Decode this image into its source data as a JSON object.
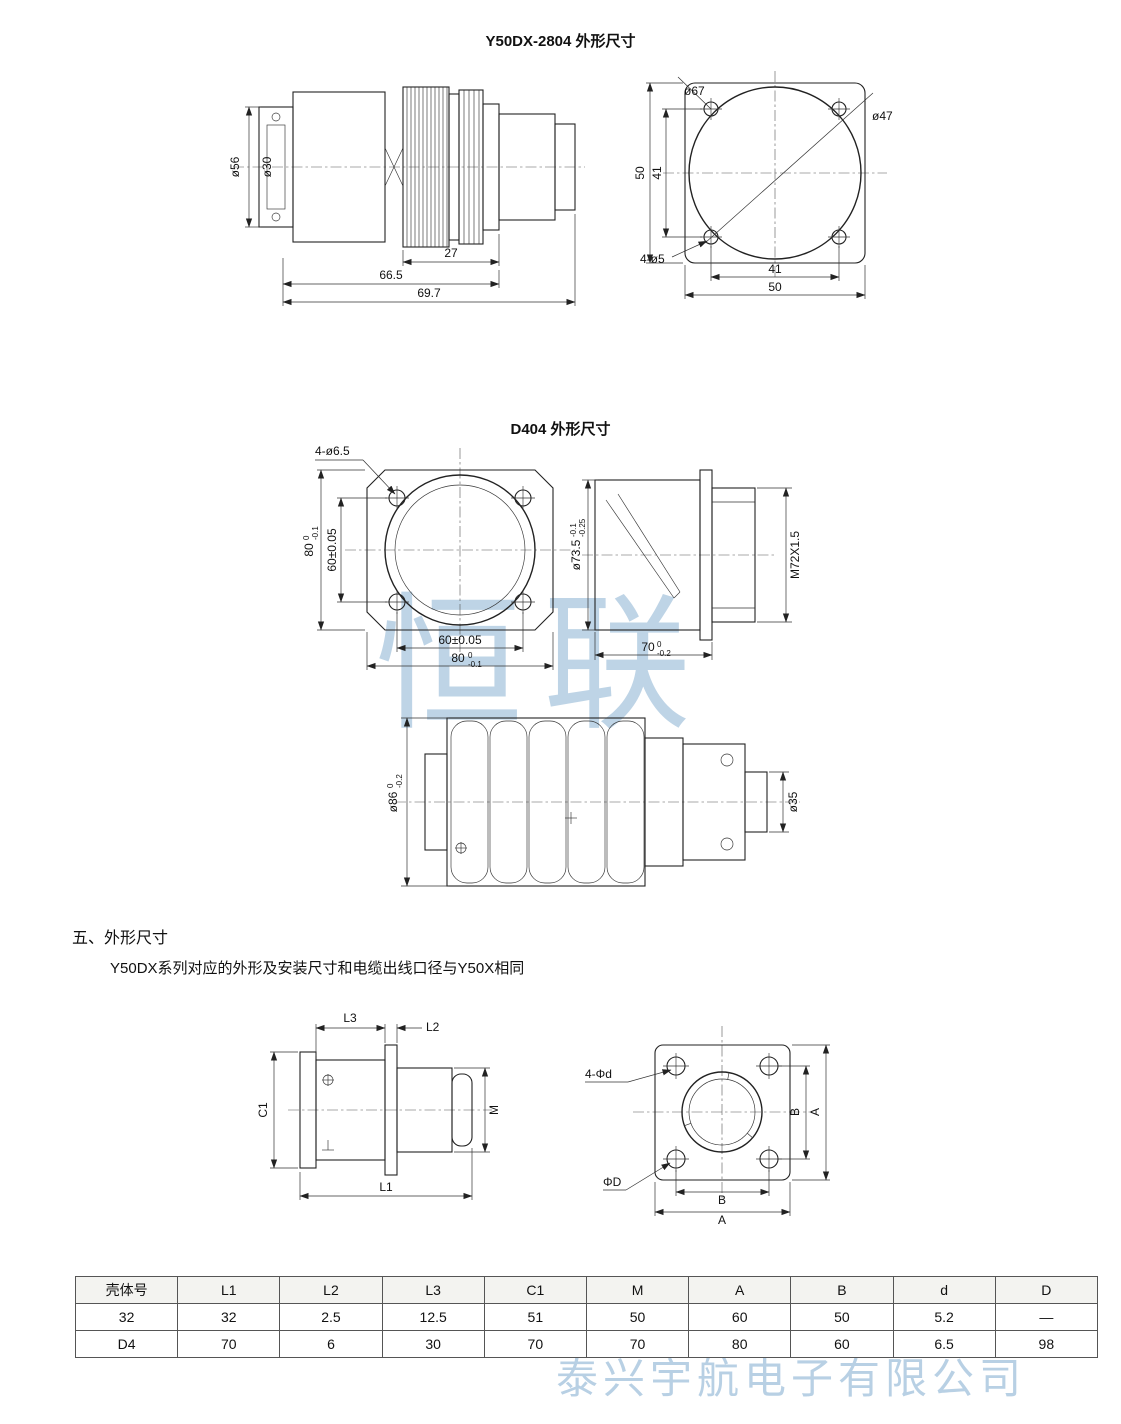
{
  "titles": {
    "fig1": "Y50DX-2804 外形尺寸",
    "fig2": "D404 外形尺寸",
    "section": "五、外形尺寸",
    "section_body": "Y50DX系列对应的外形及安装尺寸和电缆出线口径与Y50X相同"
  },
  "watermarks": {
    "center": "恒联",
    "footer": "泰兴宇航电子有限公司"
  },
  "fig_y50dx_side": {
    "d56": "ø56",
    "d30": "ø30",
    "l27": "27",
    "l665": "66.5",
    "l697": "69.7"
  },
  "fig_y50dx_front": {
    "d67": "ø67",
    "d47": "ø47",
    "left_outer": "50",
    "left_inner": "41",
    "holes": "4-ø5",
    "bottom_inner": "41",
    "bottom_outer": "50"
  },
  "fig_d404_front": {
    "holes": "4-ø6.5",
    "left80": {
      "v": "80",
      "tu": "0",
      "td": "-0.1"
    },
    "left60": "60±0.05",
    "bottom60": "60±0.05",
    "bottom80": {
      "v": "80",
      "tu": "0",
      "td": "-0.1"
    }
  },
  "fig_d404_side": {
    "dia": {
      "v": "ø73.5",
      "tu": "-0.1",
      "td": "-0.25"
    },
    "thread": "M72X1.5",
    "len": {
      "v": "70",
      "tu": "0",
      "td": "-0.2"
    }
  },
  "fig_d404_plug": {
    "dia86": {
      "v": "ø86",
      "tu": "0",
      "td": "-0.2"
    },
    "dia35": "ø35"
  },
  "fig_outline_side": {
    "l3": "L3",
    "l2": "L2",
    "c1": "C1",
    "m": "M",
    "l1": "L1"
  },
  "fig_outline_front": {
    "holes": "4-Φd",
    "flange": "ΦD",
    "b_right": "B",
    "a_right": "A",
    "b_bottom": "B",
    "a_bottom": "A"
  },
  "table": {
    "headers": [
      "壳体号",
      "L1",
      "L2",
      "L3",
      "C1",
      "M",
      "A",
      "B",
      "d",
      "D"
    ],
    "rows": [
      [
        "32",
        "32",
        "2.5",
        "12.5",
        "51",
        "50",
        "60",
        "50",
        "5.2",
        "—"
      ],
      [
        "D4",
        "70",
        "6",
        "30",
        "70",
        "70",
        "80",
        "60",
        "6.5",
        "98"
      ]
    ]
  }
}
